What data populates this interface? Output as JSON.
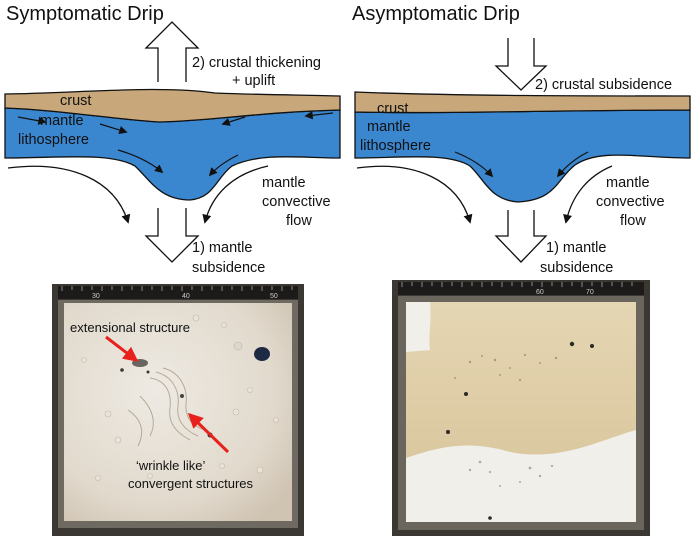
{
  "panels": [
    {
      "title": "Symptomatic Drip",
      "labels": {
        "crust": "crust",
        "mantle_1": "mantle",
        "mantle_2": "lithosphere",
        "crustal_1": "2) crustal thickening",
        "crustal_2": "+ uplift",
        "flow_1": "mantle",
        "flow_2": "convective",
        "flow_3": "flow",
        "subs_1": "1) mantle",
        "subs_2": "subsidence"
      },
      "photo": {
        "annotation_1": "extensional structure",
        "annotation_2a": "‘wrinkle like’",
        "annotation_2b": "convergent structures",
        "ruler_numbers": [
          "30",
          "40",
          "50"
        ]
      }
    },
    {
      "title": "Asymptomatic Drip",
      "labels": {
        "crust": "crust",
        "mantle_1": "mantle",
        "mantle_2": "lithosphere",
        "crustal_1": "2) crustal subsidence",
        "flow_1": "mantle",
        "flow_2": "convective",
        "flow_3": "flow",
        "subs_1": "1) mantle",
        "subs_2": "subsidence"
      },
      "photo": {
        "ruler_numbers": [
          "60",
          "70"
        ]
      }
    }
  ],
  "colors": {
    "crust": "#c8a77a",
    "lithosphere": "#3a86cf",
    "outline": "#111111",
    "annotation_arrow": "#e8211c",
    "tray_frame": "#3b3834",
    "sand_left": "#e6dfd5",
    "sand_right": "#ddcba6",
    "white_sand": "#f1efea"
  },
  "icons": {
    "up_arrow": "hollow-up-arrow-icon",
    "down_arrow": "hollow-down-arrow-icon",
    "flow_arrow": "curved-arrow-icon",
    "small_arrow": "small-arrow-icon"
  }
}
